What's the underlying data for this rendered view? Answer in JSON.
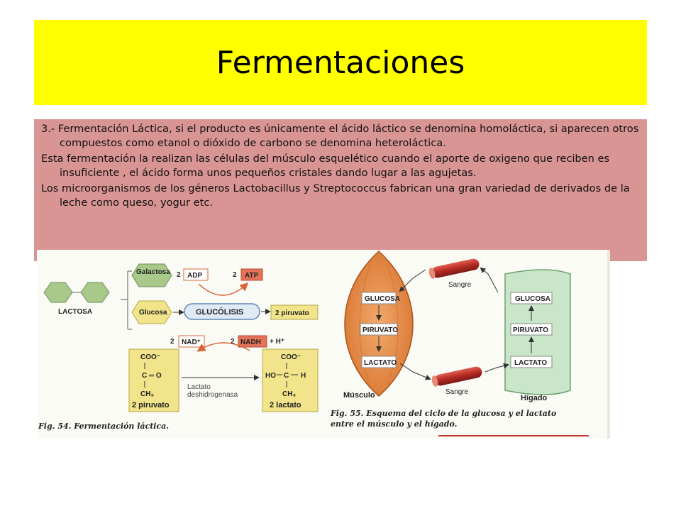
{
  "slide": {
    "title": "Fermentaciones",
    "paragraphs": [
      "3.- Fermentación Láctica, si el producto es únicamente el ácido láctico se denomina homoláctica, si aparecen otros compuestos como etanol o dióxido de carbono se denomina heteroláctica.",
      "Esta fermentación la realizan las células del músculo esquelético cuando el aporte de oxigeno que reciben es insuficiente , el ácido forma unos pequeños cristales dando lugar a las agujetas.",
      "Los microorganismos de los géneros Lactobacillus y Streptococcus fabrican una gran variedad de derivados de la leche como queso, yogur etc."
    ]
  },
  "fig54": {
    "lactosa": "LACTOSA",
    "galactosa": "Galactosa",
    "glucosa": "Glucosa",
    "two_adp_coef": "2",
    "adp": "ADP",
    "two_atp_coef": "2",
    "atp": "ATP",
    "glucolisis": "GLUCÓLISIS",
    "piruvato2": "2 piruvato",
    "two_nad_coef": "2",
    "nad": "NAD⁺",
    "two_nadh_coef": "2",
    "nadh": "NADH",
    "plus_h": "+ H⁺",
    "enzyme_line1": "Lactato",
    "enzyme_line2": "deshidrogenasa",
    "pyr_coo": "COO⁻",
    "pyr_co": "C ═ O",
    "pyr_ch3": "CH₃",
    "pyr_label": "2 piruvato",
    "lac_coo": "COO⁻",
    "lac_ho": "HO",
    "lac_c": "C",
    "lac_h": "H",
    "lac_ch3": "CH₃",
    "lac_label": "2 lactato",
    "caption": "Fig. 54. Fermentación láctica."
  },
  "fig55": {
    "sangre_top": "Sangre",
    "sangre_bottom": "Sangre",
    "muscle_glucosa": "GLUCOSA",
    "muscle_piruvato": "PIRUVATO",
    "muscle_lactato": "LACTATO",
    "liver_glucosa": "GLUCOSA",
    "liver_piruvato": "PIRUVATO",
    "liver_lactato": "LACTATO",
    "musculo": "Músculo",
    "higado": "Hígado",
    "caption_line1": "Fig. 55. Esquema del ciclo de la glucosa y el lactato",
    "caption_line2": "entre el músculo y el hígado."
  },
  "colors": {
    "title_bg": "#ffff00",
    "text_bg": "#d99594",
    "galactosa": "#a8c98a",
    "glucosa": "#f2e48a",
    "atp_red": "#e4735a",
    "liver_green": "#c9e6c9",
    "muscle_orange": "#e58f52",
    "vessel_red": "#c43a2e"
  }
}
